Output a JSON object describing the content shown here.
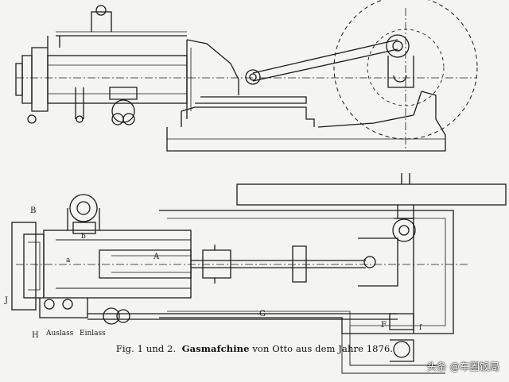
{
  "caption": {
    "fig": "Fig. 1 und 2.",
    "title": "Gasmafchine",
    "rest": "von Otto aus dem Jahre 1876."
  },
  "labels": {
    "B": "B",
    "a": "a",
    "b": "b",
    "A": "A",
    "J": "J",
    "H": "H",
    "auslass": "Auslass",
    "einlass": "Einlass",
    "G": "G",
    "F": "F",
    "f": "f"
  },
  "watermark": {
    "text": "头条 @车圈饭局"
  },
  "colors": {
    "ink": "#1a1a1a",
    "paper": "#f4f4f2"
  }
}
